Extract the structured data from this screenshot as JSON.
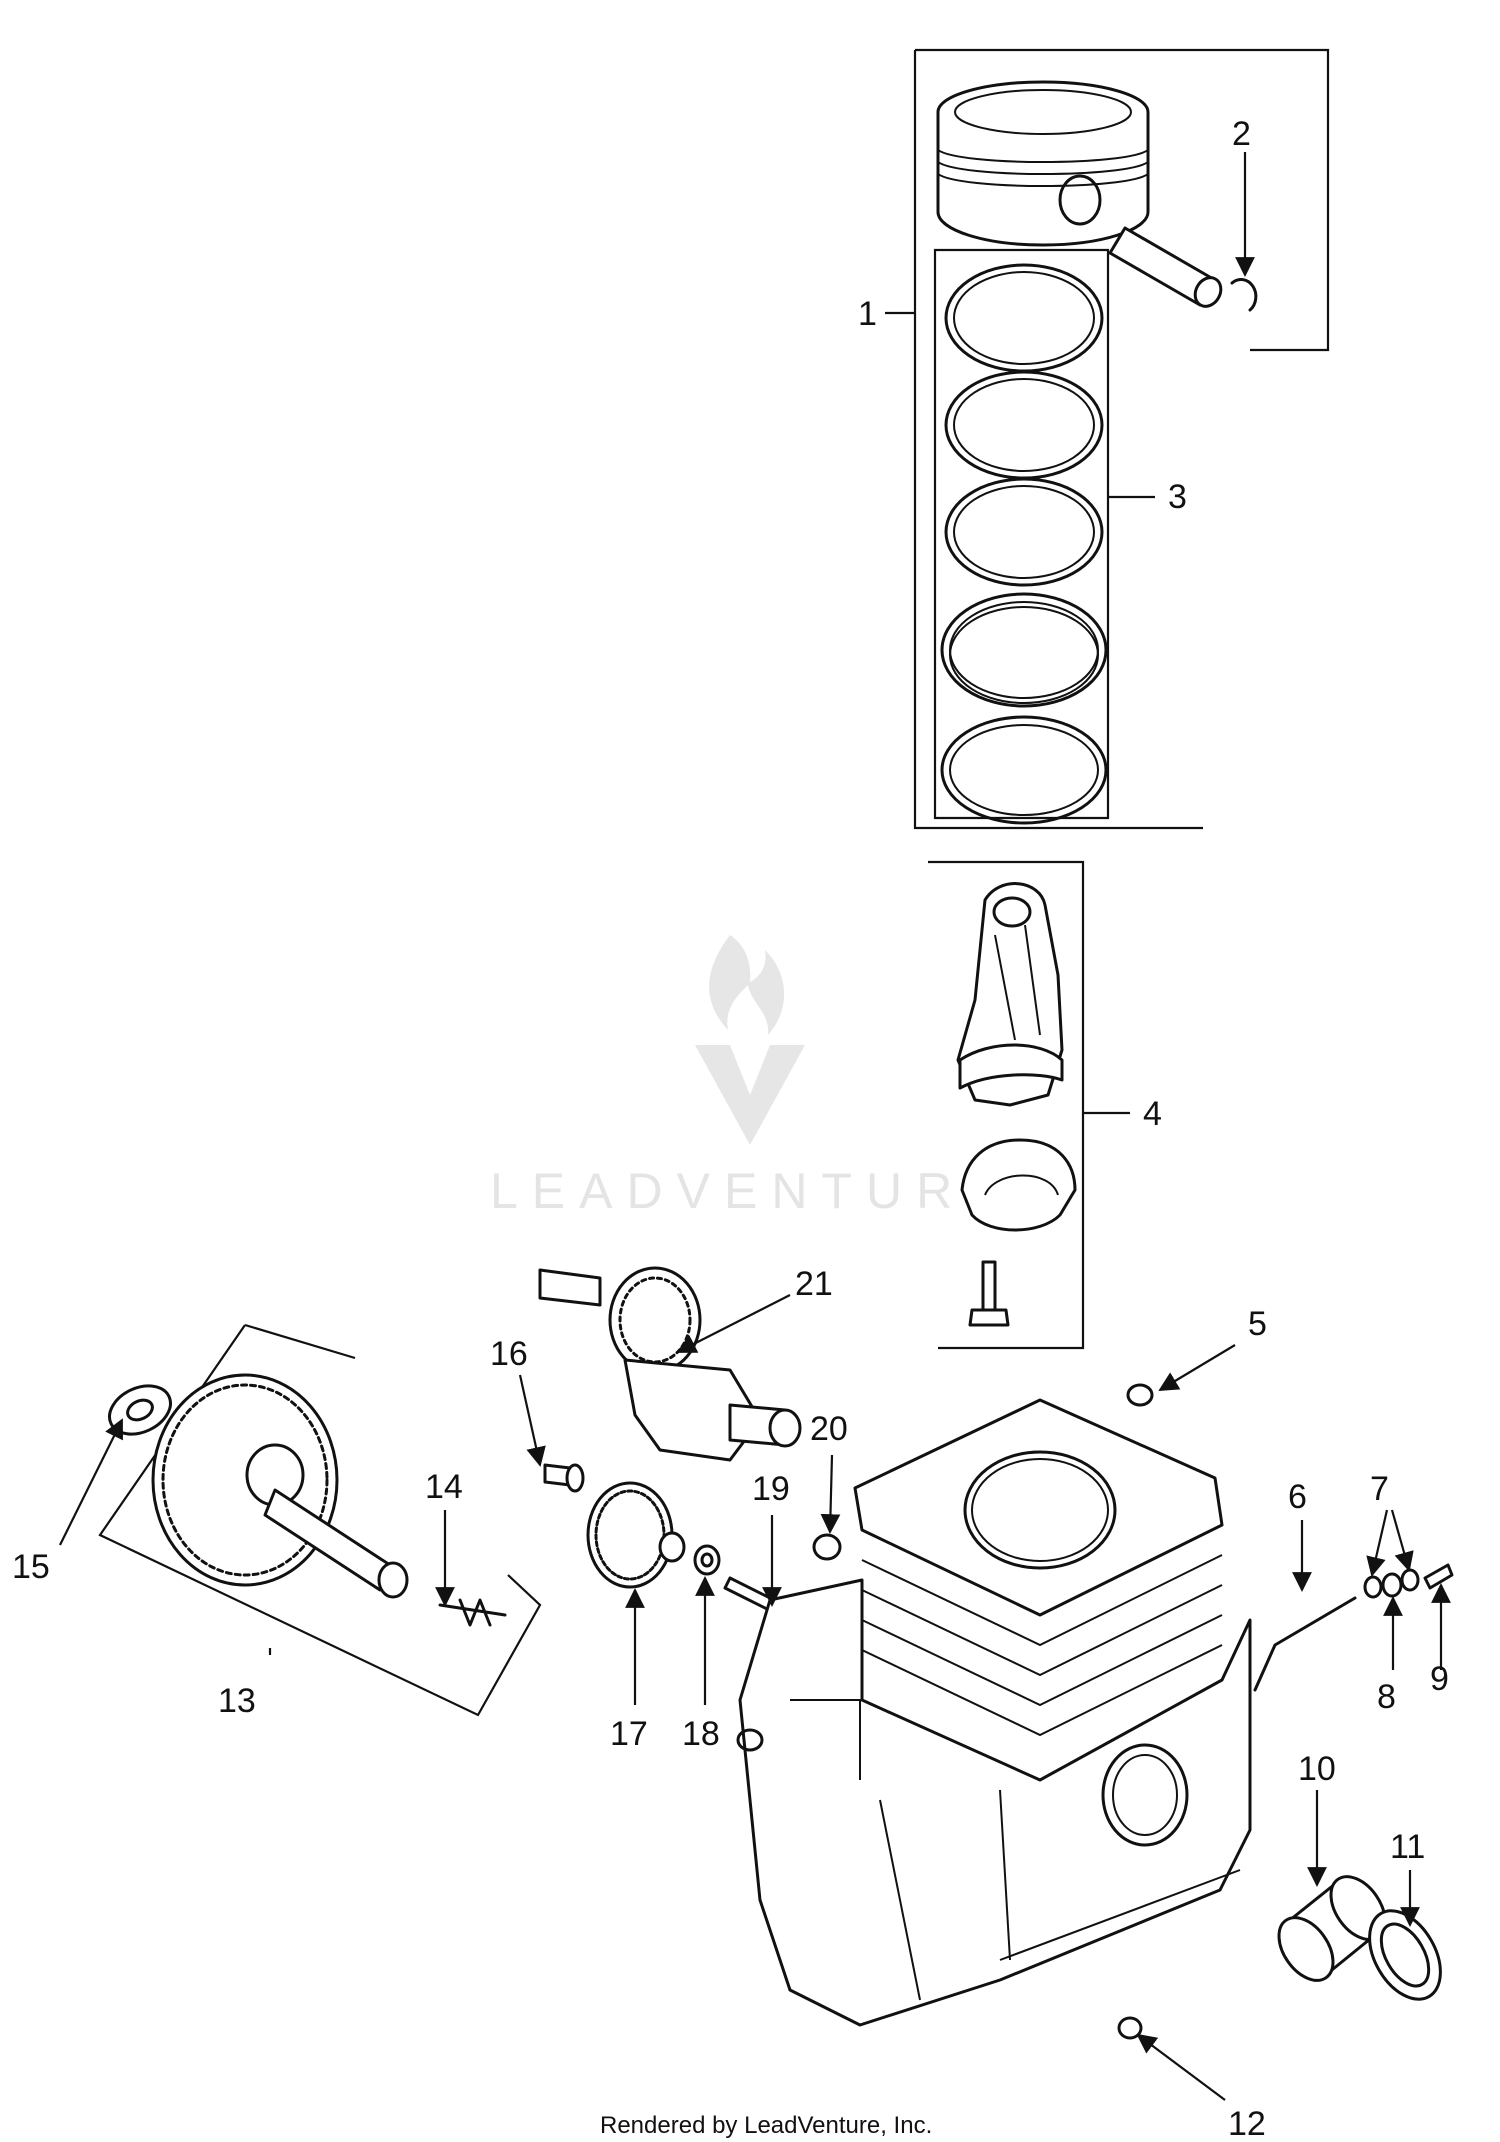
{
  "watermark": {
    "text": "LEADVENTURE"
  },
  "footer": {
    "credit": "Rendered by LeadVenture, Inc."
  },
  "callouts": [
    "1",
    "2",
    "3",
    "4",
    "5",
    "6",
    "7",
    "8",
    "9",
    "10",
    "11",
    "12",
    "13",
    "14",
    "15",
    "16",
    "17",
    "18",
    "19",
    "20",
    "21"
  ],
  "colors": {
    "ink": "#111111",
    "watermark": "#e4e4e4",
    "background": "#ffffff"
  }
}
